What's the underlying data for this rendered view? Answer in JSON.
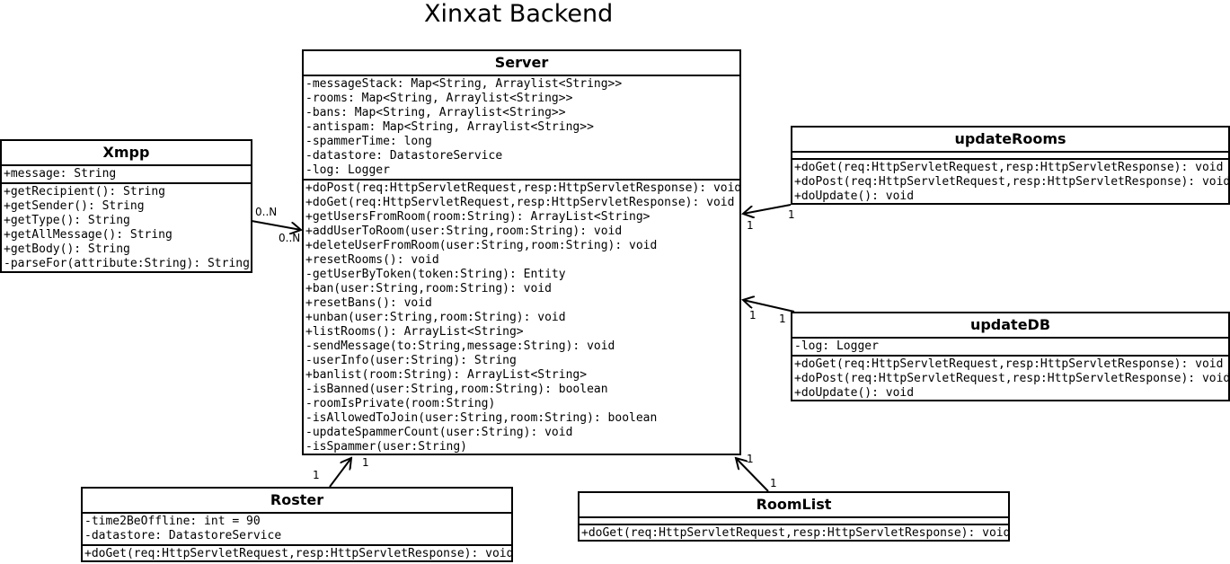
{
  "title": "Xinxat Backend",
  "classes": {
    "server": {
      "name": "Server",
      "attributes": [
        "-messageStack: Map<String, Arraylist<String>>",
        "-rooms: Map<String, Arraylist<String>>",
        "-bans: Map<String, Arraylist<String>>",
        "-antispam: Map<String, Arraylist<String>>",
        "-spammerTime: long",
        "-datastore: DatastoreService",
        "-log: Logger"
      ],
      "methods": [
        "+doPost(req:HttpServletRequest,resp:HttpServletResponse): void",
        "+doGet(req:HttpServletRequest,resp:HttpServletResponse): void",
        "+getUsersFromRoom(room:String): ArrayList<String>",
        "+addUserToRoom(user:String,room:String): void",
        "+deleteUserFromRoom(user:String,room:String): void",
        "+resetRooms(): void",
        "-getUserByToken(token:String): Entity",
        "+ban(user:String,room:String): void",
        "+resetBans(): void",
        "+unban(user:String,room:String): void",
        "+listRooms(): ArrayList<String>",
        "-sendMessage(to:String,message:String): void",
        "-userInfo(user:String): String",
        "+banlist(room:String): ArrayList<String>",
        "-isBanned(user:String,room:String): boolean",
        "-roomIsPrivate(room:String)",
        "-isAllowedToJoin(user:String,room:String): boolean",
        "-updateSpammerCount(user:String): void",
        "-isSpammer(user:String)"
      ]
    },
    "xmpp": {
      "name": "Xmpp",
      "attributes": [
        "+message: String"
      ],
      "methods": [
        "+getRecipient(): String",
        "+getSender(): String",
        "+getType(): String",
        "+getAllMessage(): String",
        "+getBody(): String",
        "-parseFor(attribute:String): String"
      ]
    },
    "updateRooms": {
      "name": "updateRooms",
      "attributes": [],
      "methods": [
        "+doGet(req:HttpServletRequest,resp:HttpServletResponse): void",
        "+doPost(req:HttpServletRequest,resp:HttpServletResponse): void",
        "+doUpdate(): void"
      ]
    },
    "updateDB": {
      "name": "updateDB",
      "attributes": [
        "-log: Logger"
      ],
      "methods": [
        "+doGet(req:HttpServletRequest,resp:HttpServletResponse): void",
        "+doPost(req:HttpServletRequest,resp:HttpServletResponse): void",
        "+doUpdate(): void"
      ]
    },
    "roster": {
      "name": "Roster",
      "attributes": [
        "-time2BeOffline: int = 90",
        "-datastore: DatastoreService"
      ],
      "methods": [
        "+doGet(req:HttpServletRequest,resp:HttpServletResponse): void"
      ]
    },
    "roomList": {
      "name": "RoomList",
      "attributes": [],
      "methods": [
        "+doGet(req:HttpServletRequest,resp:HttpServletResponse): void"
      ]
    }
  },
  "multiplicities": {
    "xmpp_source": "0..N",
    "xmpp_target": "0..N",
    "updateRooms_source": "1",
    "updateRooms_target": "1",
    "updateDB_source": "1",
    "updateDB_target": "1",
    "roster_source": "1",
    "roster_target": "1",
    "roomList_source": "1",
    "roomList_target": "1"
  }
}
